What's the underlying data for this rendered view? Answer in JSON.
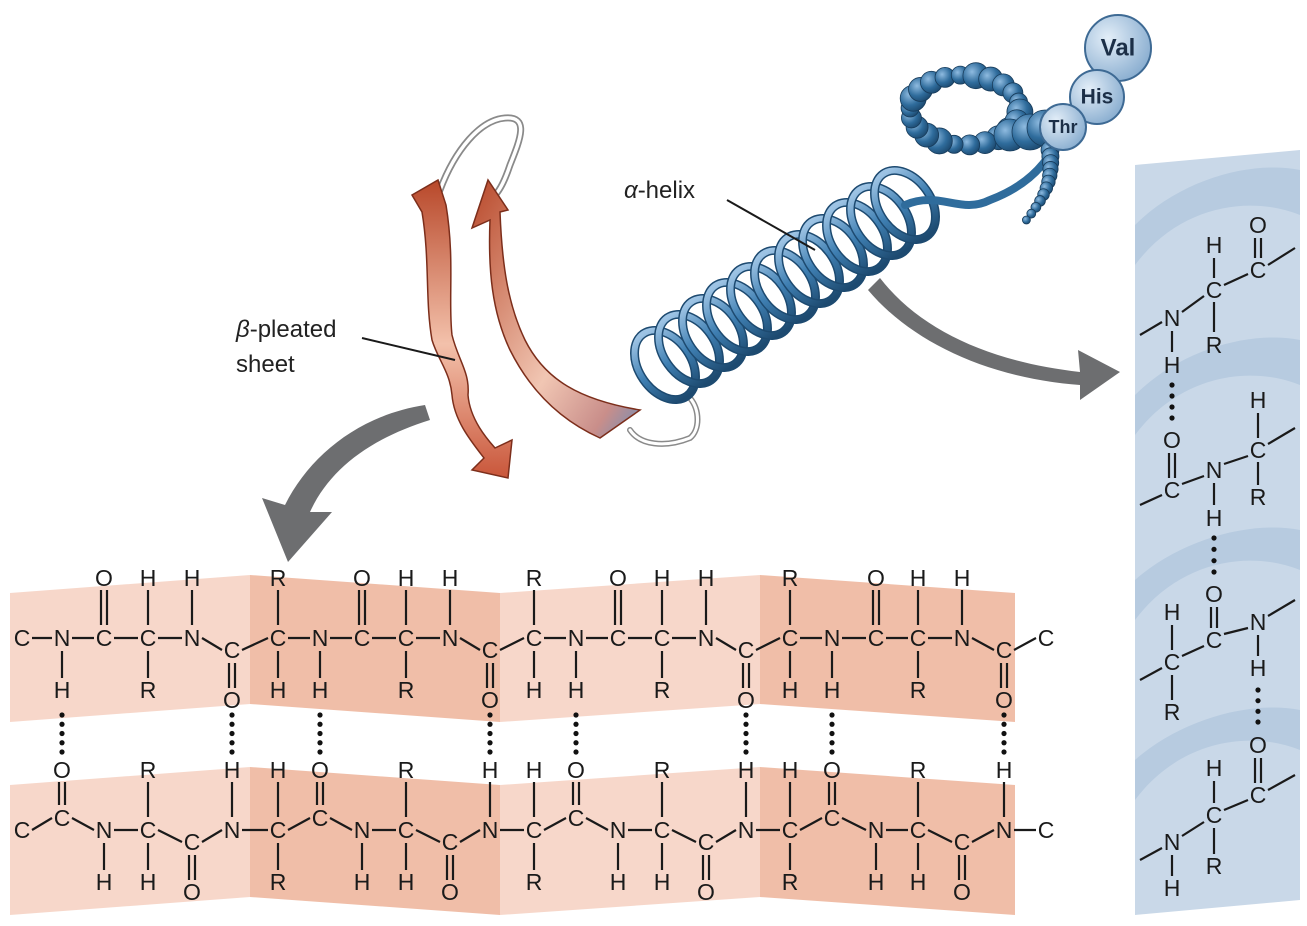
{
  "labels": {
    "alpha_symbol": "α",
    "alpha_suffix": "-helix",
    "beta_symbol": "β",
    "beta_suffix": "-pleated",
    "beta_line2": "sheet"
  },
  "residues": [
    "Val",
    "His",
    "Thr"
  ],
  "atoms": {
    "C": "C",
    "N": "N",
    "H": "H",
    "O": "O",
    "R": "R"
  },
  "colors": {
    "beta_band": "#f6d3c4",
    "beta_band_dark": "#eeb79f",
    "helix_blue": "#2f6c9c",
    "helix_light": "#c9d8e8",
    "helix_band_dark": "#b7cbe0",
    "arrow_gray": "#6d6e70",
    "sheet_red": "#b34a2c"
  }
}
